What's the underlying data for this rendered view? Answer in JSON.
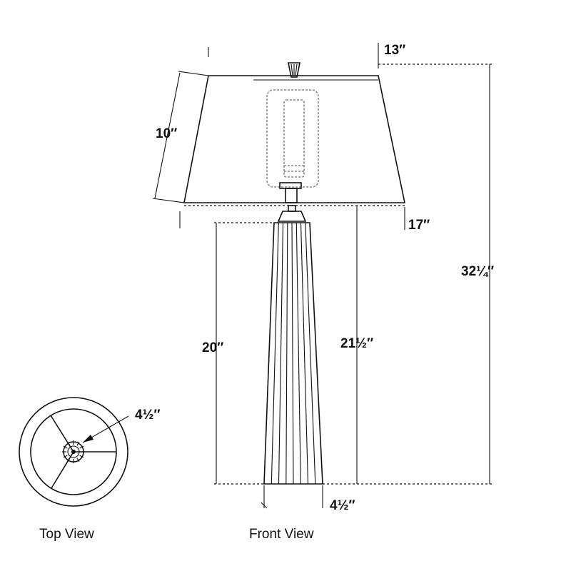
{
  "dimensions": {
    "shade_top": "13″",
    "shade_height": "10″",
    "shade_bottom": "17″",
    "overall_height": "32¼″",
    "base_height": "20″",
    "height_to_shade": "21½″",
    "base_width": "4½″",
    "finial": "4½″"
  },
  "captions": {
    "top_view": "Top View",
    "front_view": "Front View"
  },
  "colors": {
    "line": "#111111",
    "ghost": "#888888",
    "background": "#ffffff"
  }
}
